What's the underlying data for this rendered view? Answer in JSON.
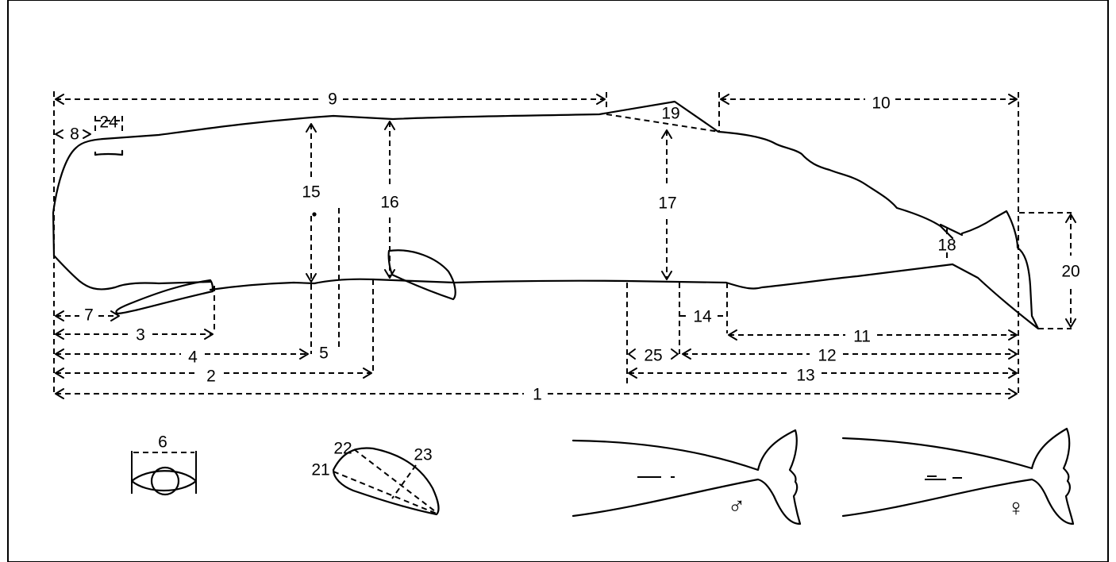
{
  "labels": {
    "m1": "1",
    "m2": "2",
    "m3": "3",
    "m4": "4",
    "m5": "5",
    "m6": "6",
    "m7": "7",
    "m8": "8",
    "m9": "9",
    "m10": "10",
    "m11": "11",
    "m12": "12",
    "m13": "13",
    "m14": "14",
    "m15": "15",
    "m16": "16",
    "m17": "17",
    "m18": "18",
    "m19": "19",
    "m20": "20",
    "m21": "21",
    "m22": "22",
    "m23": "23",
    "m24": "24",
    "m25": "25"
  },
  "symbols": {
    "male": "♂",
    "female": "♀"
  }
}
